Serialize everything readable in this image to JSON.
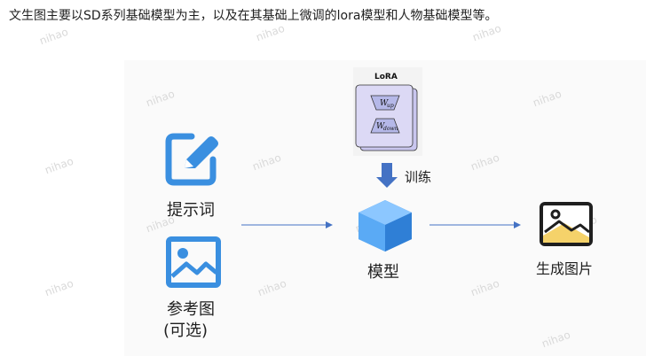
{
  "intro_text": "文生图主要以SD系列基础模型为主，以及在其基础上微调的lora模型和人物基础模型等。",
  "watermark": "nihao",
  "nodes": {
    "prompt": {
      "label": "提示词",
      "icon": "pencil-square-icon"
    },
    "reference": {
      "label_line1": "参考图",
      "label_line2": "(可选)",
      "icon": "image-icon"
    },
    "model": {
      "label": "模型",
      "icon": "cube-icon"
    },
    "output": {
      "label": "生成图片",
      "icon": "image-icon"
    },
    "lora": {
      "title": "LoRA",
      "w_up": "W",
      "w_up_sub": "up",
      "w_down": "W",
      "w_down_sub": "down"
    },
    "train": {
      "label": "训练"
    }
  },
  "colors": {
    "icon_blue": "#3a8fe0",
    "arrow_blue": "#4472c4",
    "lora_fill": "#c9c6ee",
    "cube_blue": "#4aa3f0",
    "gold": "#f5d26a"
  }
}
